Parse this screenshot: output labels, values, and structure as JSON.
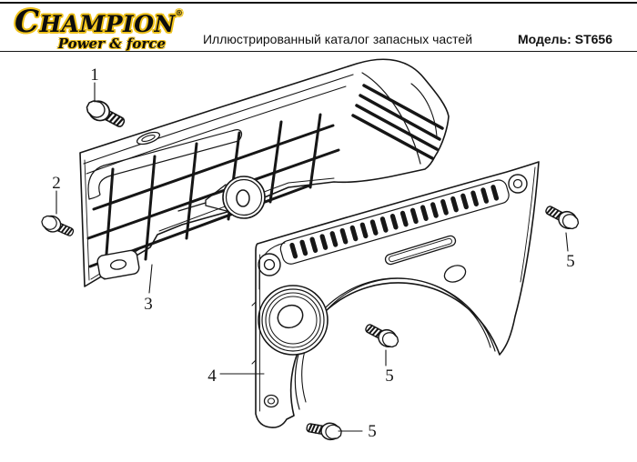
{
  "page": {
    "background": "#ffffff"
  },
  "header": {
    "brand": "CHAMPION",
    "brand_mark": "®",
    "tagline": "Power & force",
    "catalog_title": "Иллюстрированный каталог запасных частей",
    "model": "Модель: ST656",
    "brand_yellow": "#eec11a",
    "text_color": "#111111"
  },
  "diagram": {
    "line_color": "#161616",
    "callouts": [
      {
        "label": "1"
      },
      {
        "label": "2"
      },
      {
        "label": "3"
      },
      {
        "label": "4"
      },
      {
        "label": "5"
      },
      {
        "label": "5"
      },
      {
        "label": "5"
      }
    ]
  }
}
